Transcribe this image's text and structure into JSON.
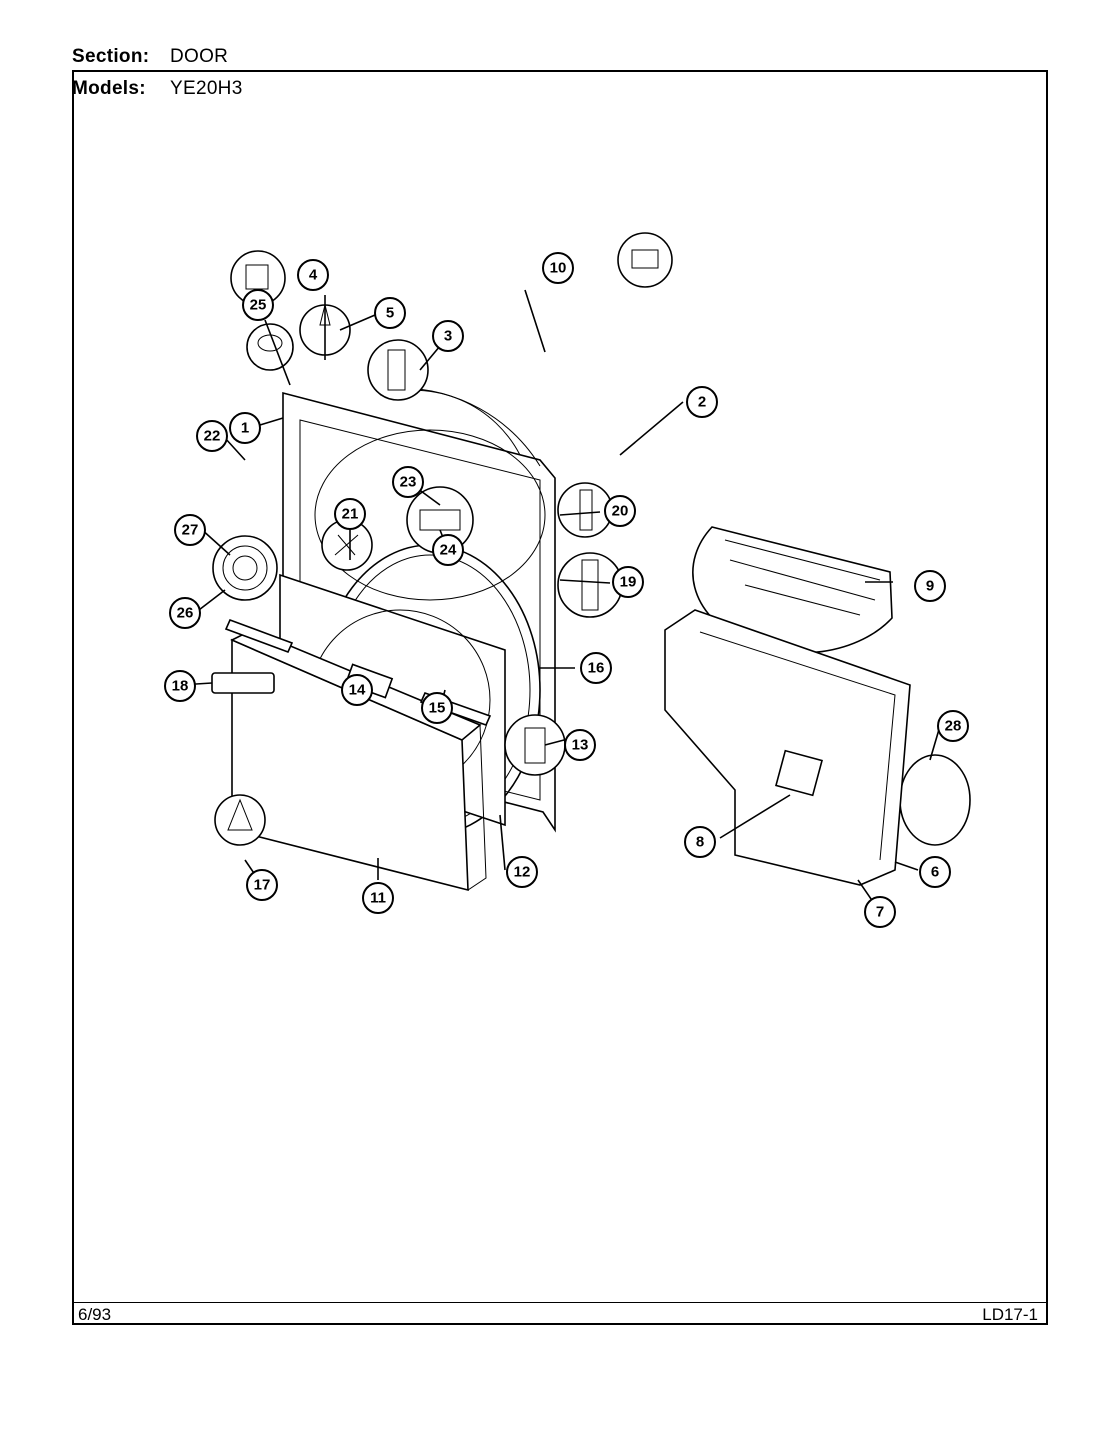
{
  "header": {
    "section_label": "Section:",
    "section_value": "DOOR",
    "models_label": "Models:",
    "models_value": "YE20H3"
  },
  "footer": {
    "date": "6/93",
    "page_code": "LD17-1"
  },
  "callouts": [
    "1",
    "2",
    "3",
    "4",
    "5",
    "6",
    "7",
    "8",
    "9",
    "10",
    "11",
    "12",
    "13",
    "14",
    "15",
    "16",
    "17",
    "18",
    "19",
    "20",
    "21",
    "22",
    "23",
    "24",
    "25",
    "26",
    "27",
    "28"
  ]
}
